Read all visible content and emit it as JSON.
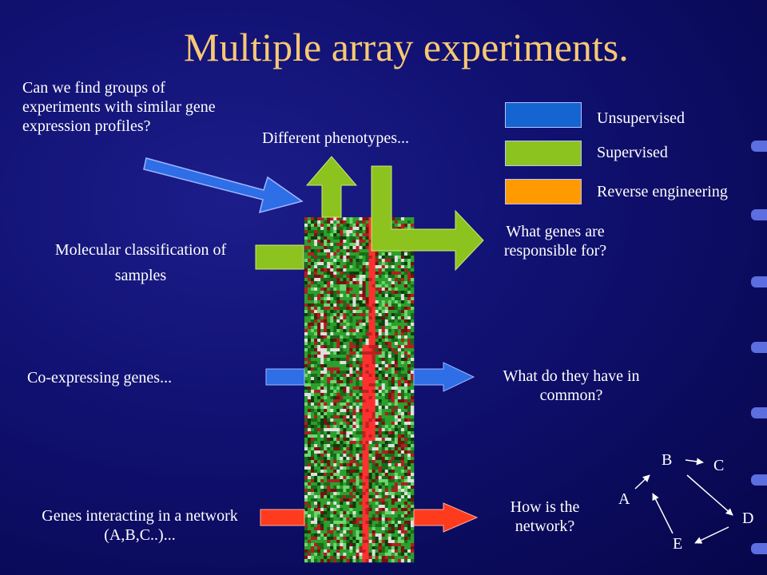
{
  "title": "Multiple array experiments.",
  "question_groups": "Can we find groups of experiments with similar gene expression profiles?",
  "different_phenotypes": "Different phenotypes...",
  "legend": [
    {
      "label": "Unsupervised",
      "color": "#1464d2"
    },
    {
      "label": "Supervised",
      "color": "#8cc31e"
    },
    {
      "label": "Reverse engineering",
      "color": "#ff9b00"
    }
  ],
  "left_labels": {
    "molecular": "Molecular classification of samples",
    "coexpressing": "Co-expressing genes...",
    "interacting": "Genes interacting in a network (A,B,C..)..."
  },
  "right_labels": {
    "responsible": "What genes are responsible for?",
    "common": "What do they have in common?",
    "network": "How is the network?"
  },
  "network_nodes": [
    "A",
    "B",
    "C",
    "D",
    "E"
  ],
  "colors": {
    "supervised_arrow": "#8cc31e",
    "unsupervised_arrow": "#2e6ee6",
    "reverse_arrow": "#ff3b1e",
    "title": "#f7c873"
  }
}
